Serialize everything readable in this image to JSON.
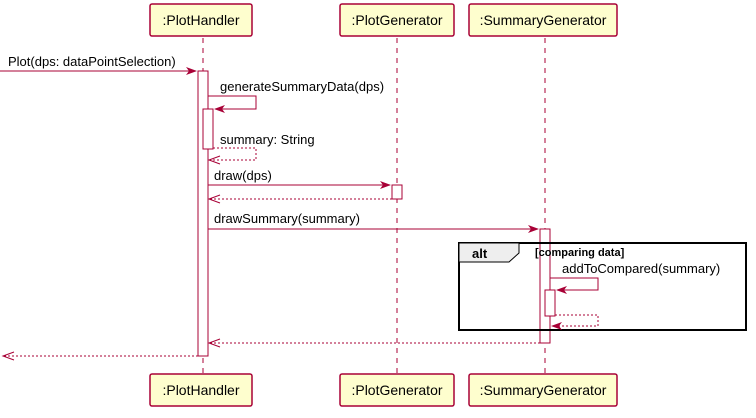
{
  "diagram": {
    "type": "sequence",
    "participants": [
      {
        "id": "plothandler",
        "label": ":PlotHandler"
      },
      {
        "id": "plotgenerator",
        "label": ":PlotGenerator"
      },
      {
        "id": "summarygenerator",
        "label": ":SummaryGenerator"
      }
    ],
    "messages": [
      {
        "label": "Plot(dps: dataPointSelection)",
        "from": "external",
        "to": "plothandler",
        "kind": "call"
      },
      {
        "label": "generateSummaryData(dps)",
        "from": "plothandler",
        "to": "plothandler",
        "kind": "self-call"
      },
      {
        "label": "summary: String",
        "from": "plothandler",
        "to": "plothandler",
        "kind": "self-return"
      },
      {
        "label": "draw(dps)",
        "from": "plothandler",
        "to": "plotgenerator",
        "kind": "call"
      },
      {
        "label": "",
        "from": "plotgenerator",
        "to": "plothandler",
        "kind": "return"
      },
      {
        "label": "drawSummary(summary)",
        "from": "plothandler",
        "to": "summarygenerator",
        "kind": "call"
      },
      {
        "label": "addToCompared(summary)",
        "from": "summarygenerator",
        "to": "summarygenerator",
        "kind": "self-call"
      },
      {
        "label": "",
        "from": "summarygenerator",
        "to": "summarygenerator",
        "kind": "self-return"
      },
      {
        "label": "",
        "from": "summarygenerator",
        "to": "plothandler",
        "kind": "return"
      },
      {
        "label": "",
        "from": "plothandler",
        "to": "external",
        "kind": "return"
      }
    ],
    "fragment": {
      "operator": "alt",
      "guard": "[comparing data]"
    },
    "colors": {
      "line": "#A80036",
      "participant_fill": "#FEFECE",
      "frame_tab": "#EEEEEE"
    }
  }
}
